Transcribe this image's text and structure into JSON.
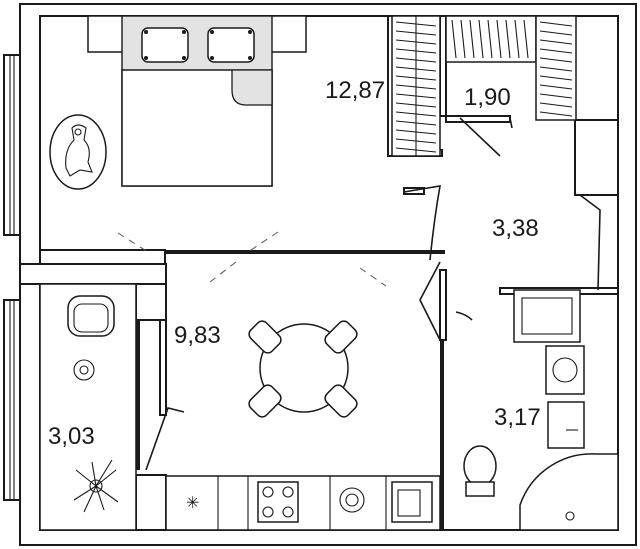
{
  "floorplan": {
    "rooms": [
      {
        "id": "bedroom",
        "area": "12,87"
      },
      {
        "id": "wardrobe",
        "area": "1,90"
      },
      {
        "id": "hallway",
        "area": "3,38"
      },
      {
        "id": "kitchen-living",
        "area": "9,83"
      },
      {
        "id": "balcony",
        "area": "3,03"
      },
      {
        "id": "bathroom",
        "area": "3,17"
      }
    ]
  }
}
